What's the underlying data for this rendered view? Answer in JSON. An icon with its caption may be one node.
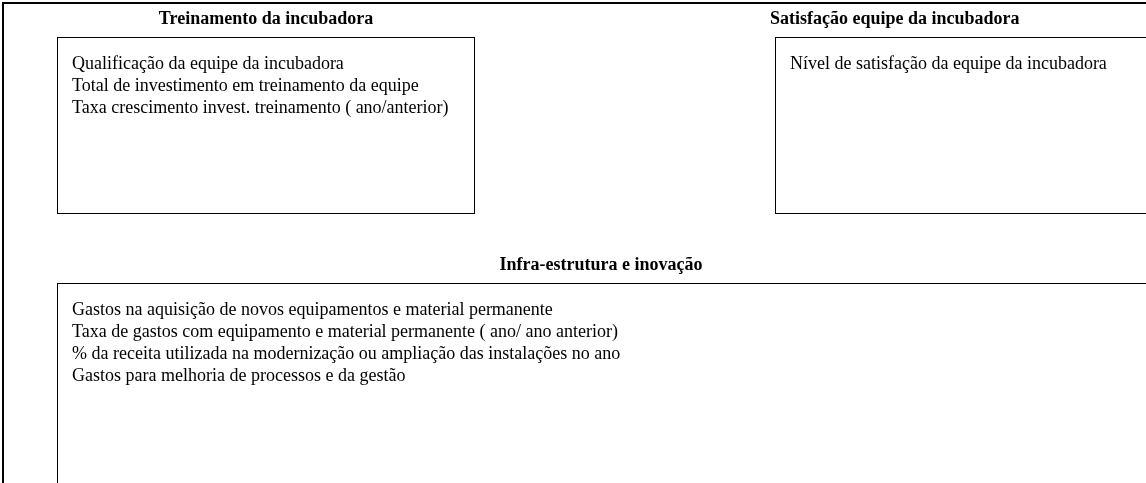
{
  "diagram": {
    "nodes": [
      {
        "text": [
          "Treinamento da incubadora",
          "Qualificação da equipe da incubadora",
          "Total de investimento em treinamento da equipe",
          "Taxa crescimento invest. treinamento ( ano/anterior)"
        ]
      },
      {
        "text": [
          "Satisfação equipe da incubadora",
          "Nível de satisfação da equipe da incubadora"
        ]
      },
      {
        "text": [
          "Infra-estrutura e inovação",
          "Gastos na aquisição de novos equipamentos e material permanente",
          "Taxa de gastos com equipamento e material permanente ( ano/ ano anterior)",
          "% da receita utilizada na modernização ou ampliação das instalações no ano",
          "Gastos para melhoria de processos e da gestão"
        ]
      }
    ]
  }
}
